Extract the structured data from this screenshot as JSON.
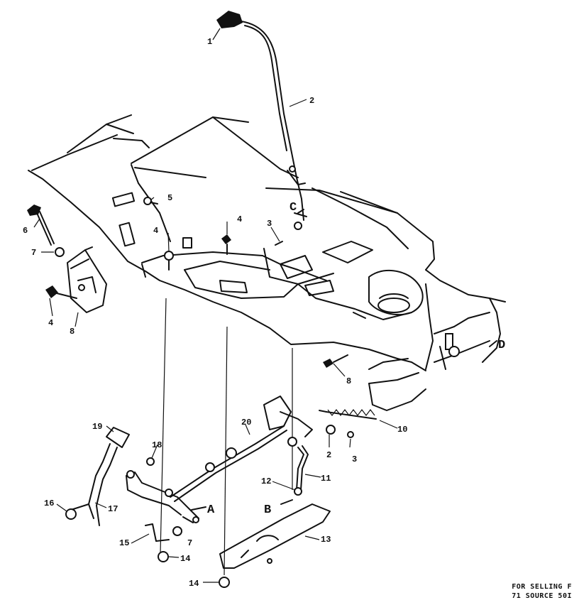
{
  "callouts": {
    "c1": "1",
    "c2": "2",
    "c3": "3",
    "c4a": "4",
    "c4b": "4",
    "c4c": "4",
    "c5": "5",
    "c6": "6",
    "c7a": "7",
    "c7b": "7",
    "c8a": "8",
    "c8b": "8",
    "c2b": "2",
    "c3b": "3",
    "c10": "10",
    "c11": "11",
    "c12": "12",
    "c13": "13",
    "c14a": "14",
    "c14b": "14",
    "c15": "15",
    "c16": "16",
    "c17": "17",
    "c18": "18",
    "c19": "19",
    "c20": "20"
  },
  "letters": {
    "A": "A",
    "B": "B",
    "C": "C",
    "D": "D"
  },
  "footer": {
    "line1": "FOR SELLING F",
    "line2": "71 SOURCE 50I"
  }
}
